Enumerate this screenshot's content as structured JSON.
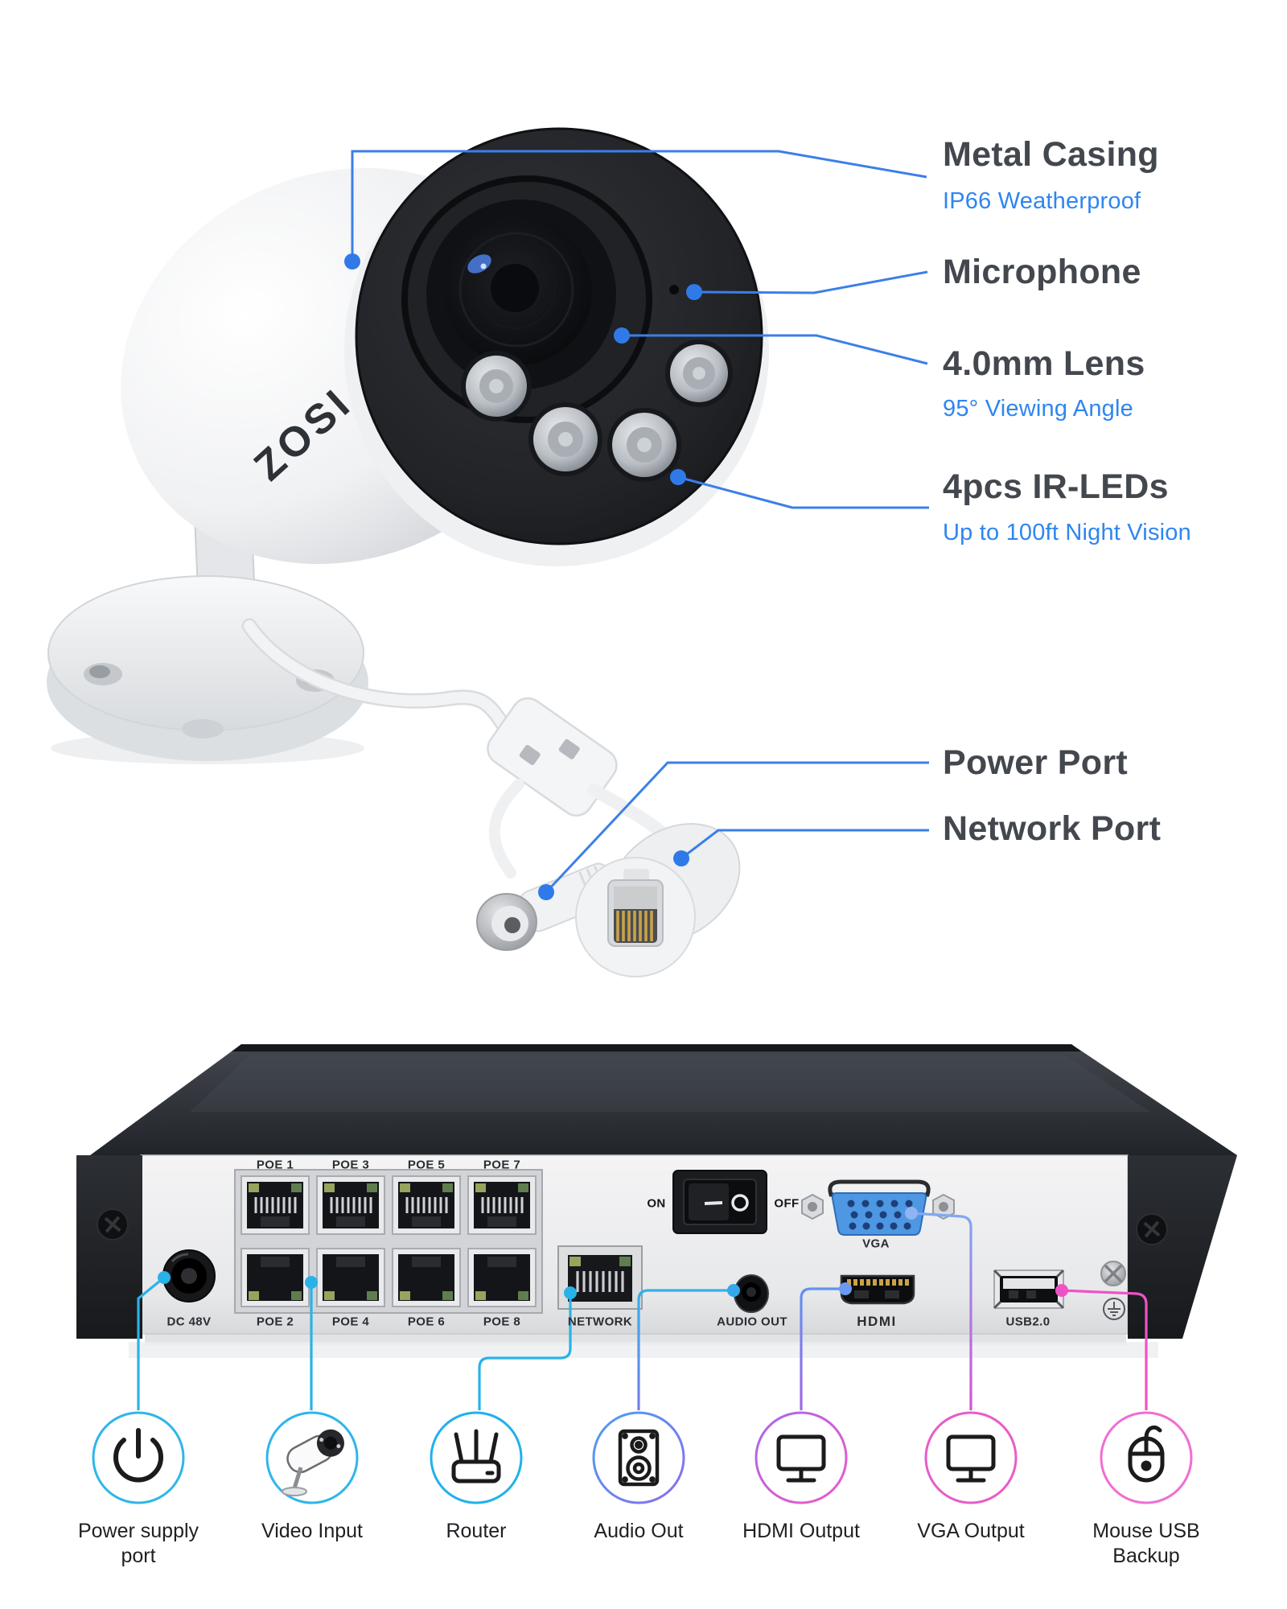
{
  "brand": "ZOSI",
  "camera_callouts": [
    {
      "title": "Metal Casing",
      "subtitle": "IP66 Weatherproof"
    },
    {
      "title": "Microphone",
      "subtitle": ""
    },
    {
      "title": "4.0mm Lens",
      "subtitle": "95° Viewing Angle"
    },
    {
      "title": "4pcs IR-LEDs",
      "subtitle": "Up to 100ft Night Vision"
    },
    {
      "title": "Power Port",
      "subtitle": ""
    },
    {
      "title": "Network Port",
      "subtitle": ""
    }
  ],
  "nvr": {
    "poe_labels_top": [
      "POE 1",
      "POE 3",
      "POE 5",
      "POE 7"
    ],
    "poe_labels_bottom": [
      "POE 2",
      "POE 4",
      "POE 6",
      "POE 8"
    ],
    "dc_label": "DC 48V",
    "network_label": "NETWORK",
    "audio_label": "AUDIO OUT",
    "hdmi_label": "HDMI",
    "vga_label": "VGA",
    "usb_label": "USB2.0",
    "switch_on": "ON",
    "switch_off": "OFF"
  },
  "legend": [
    {
      "label": "Power supply port"
    },
    {
      "label": "Video Input"
    },
    {
      "label": "Router"
    },
    {
      "label": "Audio Out"
    },
    {
      "label": "HDMI Output"
    },
    {
      "label": "VGA Output"
    },
    {
      "label": "Mouse USB Backup"
    }
  ],
  "colors": {
    "callout_line": "#3b7fe8",
    "subtitle_blue": "#2e86f0",
    "cyan_line": "#29b2e8",
    "magenta_line": "#ee53c6",
    "vga_connector_blue": "#4e97e2"
  }
}
